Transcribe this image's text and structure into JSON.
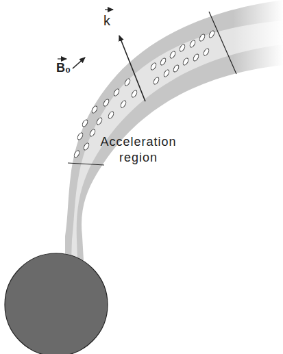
{
  "diagram": {
    "labels": [
      "k",
      "B₀",
      "Acceleration region"
    ]
  }
}
